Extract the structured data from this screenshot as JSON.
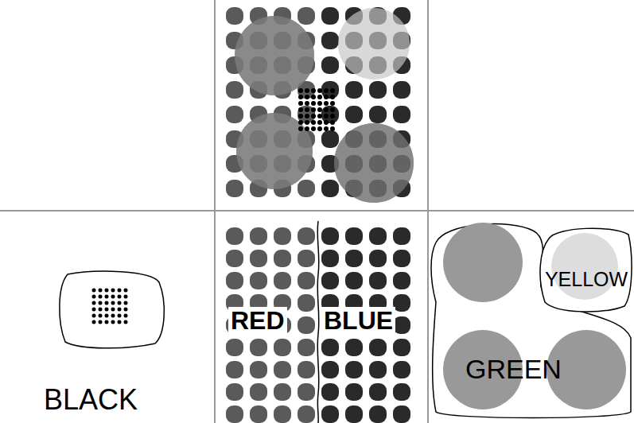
{
  "diagram": {
    "nodes": [
      {
        "text": [
          "BLACK"
        ]
      },
      {
        "text": [
          "GREEN"
        ]
      },
      {
        "text": [
          "YELLOW"
        ]
      }
    ],
    "labels": [
      "RED",
      "BLUE"
    ]
  }
}
